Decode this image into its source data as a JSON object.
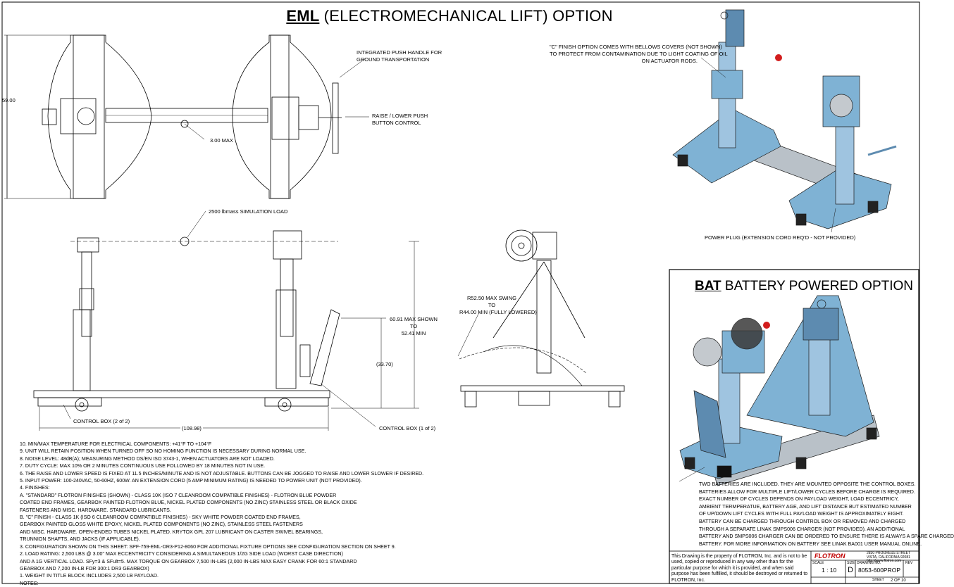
{
  "header": {
    "title_acronym": "EML",
    "title_rest": " (ELECTROMECHANICAL LIFT) OPTION"
  },
  "bat_section": {
    "title_acronym": "BAT",
    "title_rest": " BATTERY POWERED OPTION"
  },
  "callouts": {
    "push_handle": [
      "INTEGRATED PUSH HANDLE FOR",
      "GROUND TRANSPORTATION"
    ],
    "raise_lower": [
      "RAISE / LOWER PUSH",
      "BUTTON CONTROL"
    ],
    "max_3": "3.00 MAX",
    "sim_load": "2500 lbmass SIMULATION LOAD",
    "control_box_2": "CONTROL BOX (2 of 2)",
    "control_box_1": "CONTROL BOX (1 of 2)",
    "bellows": [
      "\"C\" FINISH OPTION COMES WITH BELLOWS COVERS (NOT SHOWN)",
      "TO PROTECT FROM CONTAMINATION DUE TO LIGHT COATING OF OIL",
      "ON ACTUATOR RODS."
    ],
    "power_plug": "POWER PLUG (EXTENSION CORD REQ'D - NOT PROVIDED)",
    "swing": [
      "R52.50 MAX SWING",
      "TO",
      "R44.00 MIN (FULLY LOWERED)"
    ]
  },
  "dimensions": {
    "height_59": "59.00",
    "max_shown": [
      "60.91 MAX SHOWN",
      "TO",
      "52.41 MIN"
    ],
    "ref_33": "(33.70)",
    "ref_108": "(108.98)"
  },
  "notes": [
    "10.  MIN/MAX TEMPERATURE FOR ELECTRICAL COMPONENTS: +41°F TO +104°F",
    "9.   UNIT WILL RETAIN POSITION WHEN TURNED OFF SO NO HOMING FUNCTION IS NECESSARY DURING NORMAL USE.",
    "8.   NOISE LEVEL: 48dB(A); MEASURING METHOD DS/EN ISO 3743-1, WHEN ACTUATORS ARE NOT LOADED.",
    "7.   DUTY CYCLE: MAX 10% OR 2 MINUTES CONTINUOUS USE FOLLOWED BY 18 MINUTES NOT IN USE.",
    "6.   THE RAISE AND LOWER SPEED IS FIXED AT 11.5 INCHES/MINUTE AND IS NOT ADJUSTABLE.  BUTTONS CAN BE JOGGED TO RAISE AND LOWER SLOWER IF DESIRED.",
    "5.   INPUT POWER: 100-240VAC, 50-60HZ, 600W.  AN EXTENSION CORD (5 AMP MINIMUM RATING) IS NEEDED TO POWER UNIT (NOT PROVIDED).",
    "4.   FINISHES:",
    "      A.  \"STANDARD\" FLOTRON FINISHES (SHOWN) - CLASS 10K (ISO 7 CLEANROOM COMPATIBLE FINISHES) - FLOTRON BLUE POWDER",
    "           COATED END FRAMES, GEARBOX PAINTED FLOTRON BLUE, NICKEL PLATED COMPONENTS (NO ZINC) STAINLESS STEEL OR BLACK OXIDE",
    "           FASTENERS AND MISC. HARDWARE. STANDARD LUBRICANTS.",
    "      B.  \"C\" FINISH - CLASS 1K (ISO 6 CLEANROOM COMPATIBLE FINISHES) -  SKY WHITE POWDER COATED END FRAMES,",
    "           GEARBOX PAINTED GLOSS WHITE EPOXY, NICKEL PLATED COMPONENTS (NO ZINC), STAINLESS STEEL FASTENERS",
    "           AND MISC. HARDWARE.  OPEN-ENDED TUBES NICKEL PLATED. KRYTOX GPL 207 LUBRICANT ON CASTER SWIVEL BEARINGS,",
    "           TRUNNION SHAFTS, AND JACKS (IF APPLICABLE).",
    "3.   CONFIGURATION SHOWN ON THIS SHEET: SPF-759-EML-DR3-P12-8060 FOR ADDITIONAL FIXTURE OPTIONS SEE CONFIGURATION SECTION ON SHEET 9.",
    "2.   LOAD RATING: 2,500 LBS @ 3.00\" MAX ECCENTRICITY CONSIDERING A SIMULTANEOUS 1/2G SIDE LOAD (WORST CASE DIRECTION)",
    "      AND A 1G VERTICAL LOAD.  SFy=3 & SFult=5.  MAX TORQUE ON GEARBOX 7,500 IN-LBS (2,000 IN-LBS MAX EASY CRANK FOR 60:1 STANDARD",
    "      GEARBOX AND 7,200 IN-LB FOR 300:1 DR3 GEARBOX)",
    "1.   WEIGHT IN TITLE BLOCK INCLUDES 2,500 LB PAYLOAD.",
    "NOTES:"
  ],
  "bat_notes": [
    "TWO BATTERIES ARE INCLUDED.  THEY ARE MOUNTED OPPOSITE THE CONTROL BOXES.",
    "BATTERIES ALLOW FOR MULTIPLE LIFT/LOWER CYCLES BEFORE CHARGE IS REQUIRED.",
    "EXACT NUMBER OF CYCLES DEPENDS ON PAYLOAD WEIGHT, LOAD ECCENTRICY,",
    "AMBIENT TERMPERATUE, BATTERY AGE, AND LIFT DISTANCE BUT ESTIMATED NUMBER",
    "OF UP/DOWN LIFT CYCLES WITH FULL PAYLOAD WEIGHT IS APPROXIMATELY EIGHT.",
    "BATTERY CAN BE CHARGED THROUGH CONTROL BOX OR REMOVED AND CHARGED",
    "THROUGH A SEPARATE LINAK SMPS006 CHARGER (NOT PROVIDED). AN ADDITIONAL",
    "BATTERY AND SMPS006 CHARGER CAN BE ORDERED TO ENSURE THERE IS ALWAYS A SPARE CHARGED",
    "BATTERY.  FOR MORE INFORMATION ON BATTERY SEE LINAK BA001 USER MANUAL ONLINE."
  ],
  "title_block": {
    "proprietary": "This Drawing is the property of FLOTRON, Inc. and is not to be used, copied or reproduced in any way other than for the particular purpose for which it is provided, and when said purpose has been fulfilled, it should be destroyed or returned to FLOTRON, Inc.",
    "company": "FLOTRON",
    "address": [
      "2830 PROGRESS STREET",
      "VISTA, CALIFORNIA 92081",
      "http://www.flotron.com"
    ],
    "scale_label": "SCALE",
    "scale": "1 : 10",
    "size_label": "SIZE",
    "size": "D",
    "dwg_label": "DRAWING NO.",
    "drawing_no": "8053-600PROP",
    "rev_label": "REV",
    "sheet_label": "SHEET",
    "sheet": "2  OF 10"
  },
  "colors": {
    "frame_blue": "#7fb2d4",
    "frame_dark": "#4a7fa6",
    "rail_gray": "#b9c1c8",
    "load_red": "#d21d1d"
  }
}
